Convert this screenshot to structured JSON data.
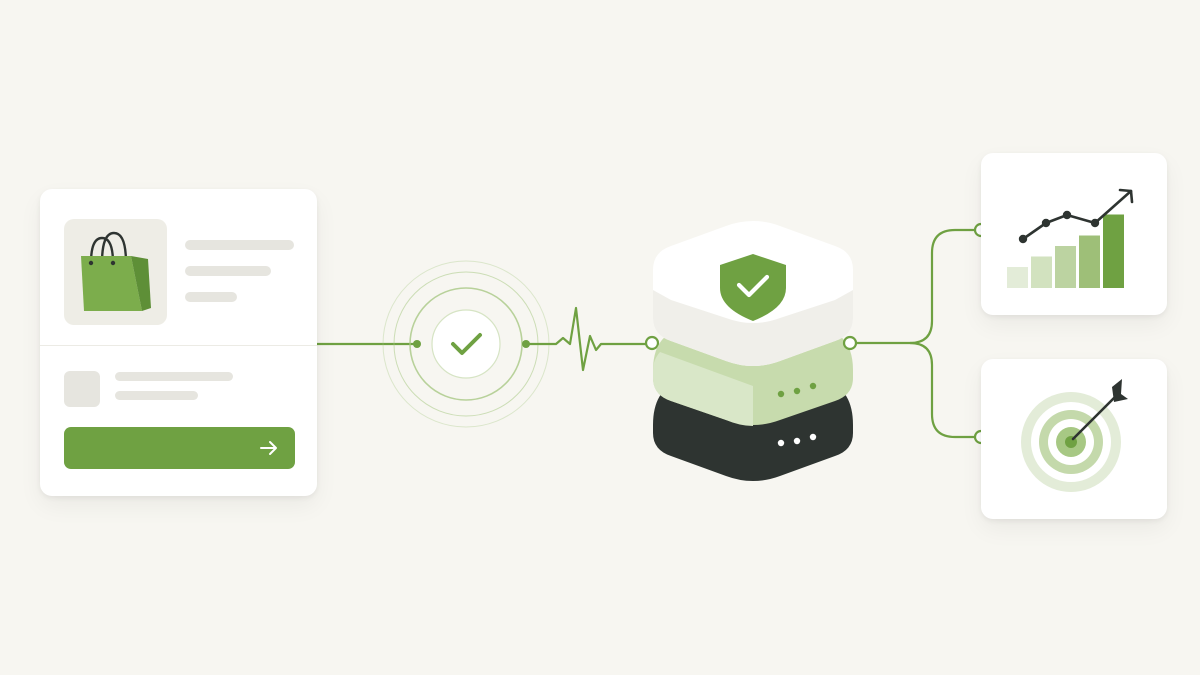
{
  "colors": {
    "background": "#f7f6f1",
    "accent": "#6fa142",
    "accent_light": "#a7c884",
    "accent_pale": "#d6e4c4",
    "dark": "#2e3431",
    "skeleton": "#e6e5df"
  },
  "icons": {
    "product": "shopping-bag-icon",
    "arrow": "arrow-right-icon",
    "verify": "checkmark-icon",
    "signal": "pulse-icon",
    "security": "shield-check-icon",
    "growth": "growth-chart-icon",
    "goal": "target-icon"
  },
  "growth_chart": {
    "bar_values": [
      2,
      3,
      4,
      5,
      7
    ],
    "trend_points": [
      3,
      5,
      6,
      5,
      9
    ]
  }
}
